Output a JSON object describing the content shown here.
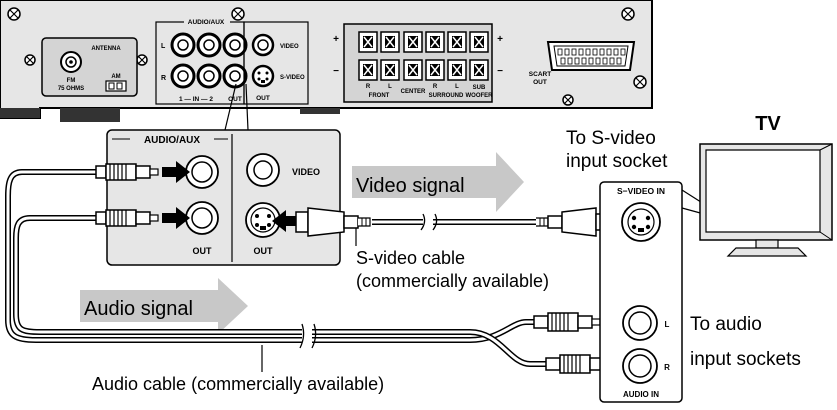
{
  "device_panel": {
    "antenna_label": "ANTENNA",
    "fm_label": "FM",
    "fm_ohms": "75 OHMS",
    "am_label": "AM",
    "audio_aux_label": "AUDIO/AUX",
    "jack_l": "L",
    "jack_r": "R",
    "in_label": "1 — IN — 2",
    "out_label": "OUT",
    "video_label": "VIDEO",
    "svideo_label": "S-VIDEO",
    "svideo_out_label": "OUT",
    "speaker_r_front": "R",
    "speaker_l_front": "L",
    "front_label": "FRONT",
    "center_label": "CENTER",
    "speaker_r_surround": "R",
    "speaker_l_surround": "L",
    "surround_label": "SURROUND",
    "sub_label": "SUB",
    "woofer_label": "WOOFER",
    "scart_label": "SCART",
    "scart_out_label": "OUT",
    "plus_sign": "+",
    "minus_sign": "−"
  },
  "zoom_panel": {
    "audio_aux_label": "AUDIO/AUX",
    "out_label_audio": "OUT",
    "video_label": "VIDEO",
    "out_label_video": "OUT"
  },
  "tv": {
    "title": "TV",
    "svideo_in_label": "S−VIDEO IN",
    "jack_l": "L",
    "jack_r": "R",
    "audio_in_label": "AUDIO IN"
  },
  "annotations": {
    "to_svideo_line1": "To S-video",
    "to_svideo_line2": "input socket",
    "video_signal": "Video signal",
    "svideo_cable_line1": "S-video cable",
    "svideo_cable_line2": "(commercially available)",
    "audio_signal": "Audio signal",
    "to_audio_line1": "To audio",
    "to_audio_line2": "input sockets",
    "audio_cable": "Audio cable (commercially available)"
  }
}
